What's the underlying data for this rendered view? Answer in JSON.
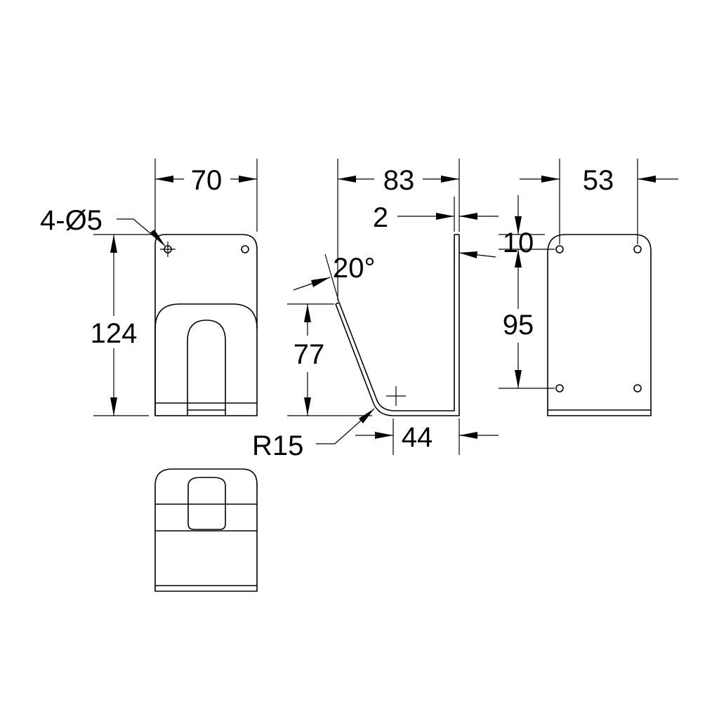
{
  "views": {
    "front": {
      "name": "front-view"
    },
    "side": {
      "name": "side-view"
    },
    "back": {
      "name": "back-view"
    },
    "bottom": {
      "name": "bottom-view"
    }
  },
  "dimensions": {
    "width_front": "70",
    "hole_callout": "4-Ø5",
    "height_total": "124",
    "depth_total": "83",
    "thickness": "2",
    "angle": "20°",
    "lip_height": "77",
    "bend_radius": "R15",
    "base_length": "44",
    "hole_spacing_width": "53",
    "hole_offset_top": "10",
    "hole_spacing_height": "95"
  },
  "colors": {
    "line": "#000000",
    "background": "#ffffff"
  }
}
